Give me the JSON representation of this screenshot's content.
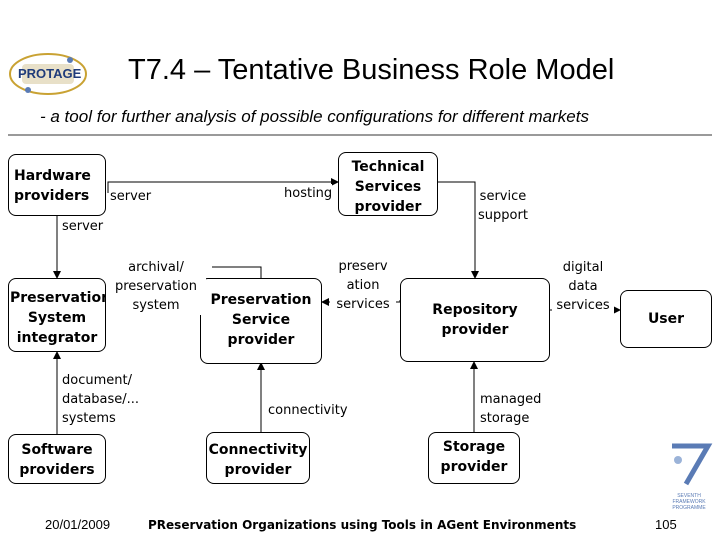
{
  "header": {
    "logo_text": "PROTAGE",
    "title": "T7.4 – Tentative Business Role Model",
    "subtitle": "- a tool for further analysis of possible configurations for different markets"
  },
  "nodes": {
    "hardware": [
      "Hardware",
      "providers"
    ],
    "technical": [
      "Technical",
      "Services",
      "provider"
    ],
    "integrator": [
      "Preservation",
      "System",
      "integrator"
    ],
    "preservation_service": [
      "Preservation",
      "Service",
      "provider"
    ],
    "repository": [
      "Repository",
      "provider"
    ],
    "user": [
      "User"
    ],
    "software": [
      "Software",
      "providers"
    ],
    "connectivity": [
      "Connectivity",
      "provider"
    ],
    "storage": [
      "Storage",
      "provider"
    ]
  },
  "edges": {
    "server_right": [
      "server"
    ],
    "server_down": [
      "server"
    ],
    "hosting": [
      "hosting"
    ],
    "service_support": [
      "service",
      "support"
    ],
    "archival": [
      "archival/",
      "preservation",
      "system"
    ],
    "preservation_services": [
      "preserv",
      "ation",
      "services"
    ],
    "digital_data": [
      "digital",
      "data",
      "services"
    ],
    "document": [
      "document/",
      "database/...",
      "systems"
    ],
    "connectivity": [
      "connectivity"
    ],
    "managed_storage": [
      "managed",
      "storage"
    ]
  },
  "footer": {
    "date": "20/01/2009",
    "project": "PReservation Organizations using Tools in AGent Environments",
    "page": "105",
    "logo_text": "SEVENTH FRAMEWORK PROGRAMME"
  }
}
